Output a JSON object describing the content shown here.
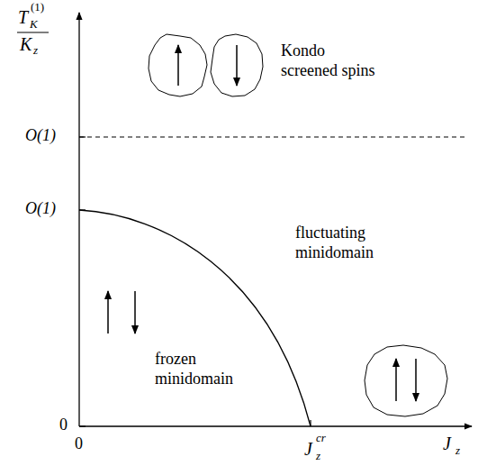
{
  "diagram": {
    "labels": [
      "T",
      "K",
      "(1)",
      "K",
      "z",
      "Kondo screened spins",
      "O(1)",
      "O(1)",
      "fluctuating minidomain",
      "frozen minidomain",
      "0",
      "0",
      "J",
      "z",
      "cr",
      "J",
      "z"
    ]
  }
}
